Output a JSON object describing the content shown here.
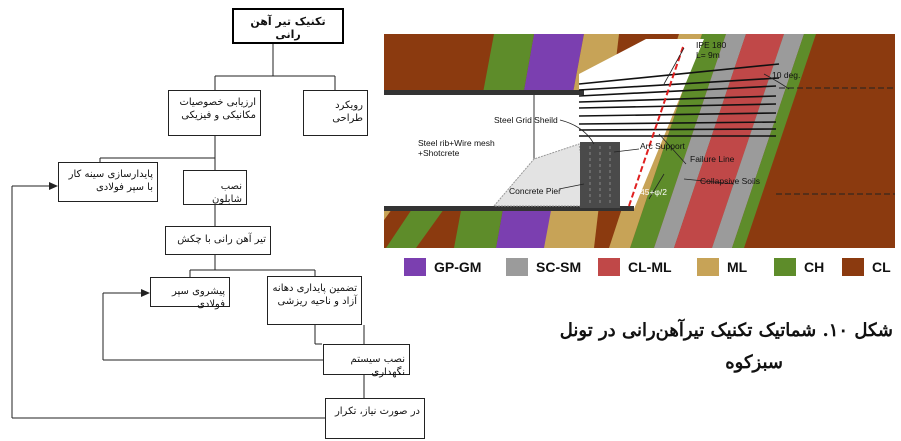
{
  "flowchart": {
    "title": "تکنیک تیر آهن رانی",
    "design_approach": "رویکرد طراحی",
    "properties": "ارزیابی خصوصیات مکانیکی و فیزیکی",
    "face_stabilization": "پایدارسازی سینه کار با سپر فولادی",
    "template_install": "نصب شابلون",
    "hammer_drive": "تیر آهن رانی با چکش",
    "shield_advance": "پیشروی سپر فولادی",
    "opening_stability": "تضمین پایداری دهانه آزاد و ناحیه ریزشی",
    "support_install": "نصب سیستم نگهداری",
    "repeat": "در صورت نیاز، تکرار"
  },
  "section": {
    "labels": {
      "ipe": "IPE 180\nL= 9m",
      "deg": "10 deg.",
      "grid": "Steel Grid Sheild",
      "rib": "Steel rib+Wire mesh\n+Shotcrete",
      "arc": "Arc Support",
      "failure": "Failure Line",
      "pier": "Concrete Pier",
      "angle": "45+φ/2",
      "collapsive": "Collapsive Soils"
    },
    "colors": {
      "gp_gm": "#7b3fb0",
      "sc_sm": "#9b9b9b",
      "cl_ml": "#c04848",
      "ml": "#c7a357",
      "ch": "#5e8c2a",
      "cl": "#8b3a0f"
    }
  },
  "legend": [
    {
      "label": "GP-GM",
      "color": "#7b3fb0"
    },
    {
      "label": "SC-SM",
      "color": "#9b9b9b"
    },
    {
      "label": "CL-ML",
      "color": "#c04848"
    },
    {
      "label": "ML",
      "color": "#c7a357"
    },
    {
      "label": "CH",
      "color": "#5e8c2a"
    },
    {
      "label": "CL",
      "color": "#8b3a0f"
    }
  ],
  "caption": {
    "line1": "شکل ۱۰. شماتیک تکنیک تیرآهن‌رانی در تونل",
    "line2": "سبزکوه"
  }
}
